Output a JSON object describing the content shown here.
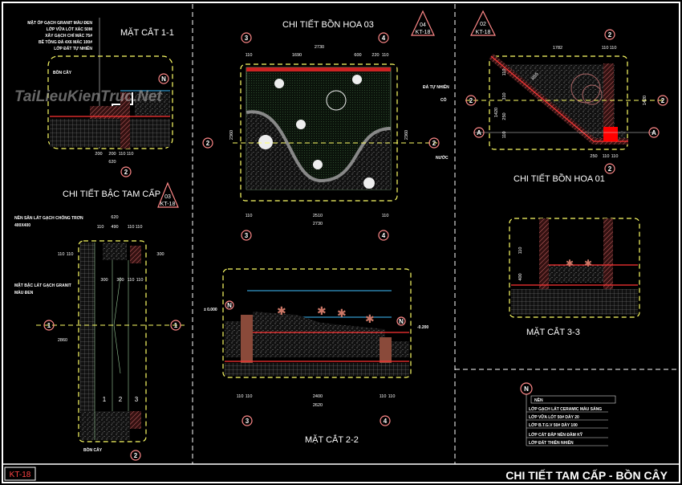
{
  "sheet": {
    "code": "KT-18",
    "title": "CHI TIẾT TAM CẤP - BỒN CÂY",
    "watermark": "TaiLieuKienTruc.Net"
  },
  "section_1_1": {
    "title": "MẶT CẮT 1-1",
    "layers": [
      "MẶT ỐP GẠCH GRANIT MÀU ĐEN",
      "LỚP VỮA LÓT XÁC 50M",
      "XÂY GẠCH CHỈ MÁC 75#",
      "BÊ TÔNG ĐÁ 4X6 MÁC 100#",
      "LỚP ĐẤT TỰ NHIÊN"
    ],
    "tag": "BỒN CÂY",
    "dims": [
      "200",
      "200",
      "110",
      "110"
    ],
    "total": "620",
    "grid": "2",
    "north": "N"
  },
  "steps_detail": {
    "title": "CHI TIẾT BẬC TAM CẤP",
    "ref_num": "03",
    "ref_sheet": "KT-18",
    "notes": [
      "NỀN SÂN LÁT GẠCH CHỐNG TRƠN",
      "400X400",
      "MẶT BẬC LÁT GẠCH GRANIT",
      "MÀU ĐEN"
    ],
    "top_total": "620",
    "top_dims": [
      "110",
      "490",
      "110",
      "110"
    ],
    "mid_dims": [
      "300",
      "300",
      "110",
      "110"
    ],
    "step_nums": [
      "1",
      "2",
      "3"
    ],
    "side_dims": [
      "110",
      "110",
      "300",
      "2860"
    ],
    "tag": "BỒN CÂY",
    "section": "1",
    "grid": "2"
  },
  "planter_03": {
    "title": "CHI TIẾT BỒN HOA 03",
    "ref_num": "04",
    "ref_sheet": "KT-18",
    "top_total": "2730",
    "top_dims": [
      "110",
      "1690",
      "600",
      "220",
      "110"
    ],
    "bottom_dims": [
      "110",
      "2510",
      "110"
    ],
    "bottom_total": "2730",
    "side_dims": [
      "2360",
      "2360"
    ],
    "labels": [
      "ĐÁ TỰ NHIÊN",
      "CỎ",
      "NƯỚC"
    ],
    "grids": [
      "3",
      "4"
    ],
    "section": "2"
  },
  "section_2_2": {
    "title": "MẶT CẮT 2-2",
    "dims": [
      "110",
      "110",
      "2400",
      "110",
      "110"
    ],
    "total": "2620",
    "level_left": "± 0.000",
    "level_right": "-0.200",
    "grids": [
      "3",
      "4"
    ],
    "north": "N"
  },
  "planter_01": {
    "title": "CHI TIẾT BỒN HOA 01",
    "ref_num": "02",
    "ref_sheet": "KT-18",
    "top_dims": [
      "1782",
      "110",
      "110"
    ],
    "bottom_dims": [
      "250",
      "110",
      "110"
    ],
    "side_dims": [
      "1420",
      "1420",
      "110",
      "110",
      "310",
      "250"
    ],
    "radius": "R55",
    "grid_a": "A",
    "grid_2": "2",
    "section": "2"
  },
  "section_3_3": {
    "title": "MẶT CẮT 3-3",
    "dims": [
      "110",
      "400"
    ]
  },
  "legend": {
    "north": "N",
    "items": [
      "NỀN",
      "LỚP GẠCH LÁT CERAMIC MÀU SÁNG",
      "LỚP VỮA LÓT 50# DÀY 20",
      "LỚP B.T.G.V 50# DÀY 100",
      "LỚP CÁT ĐẮP NỀN ĐẦM KỸ",
      "LỚP ĐẤT THIÊN NHIÊN"
    ]
  }
}
